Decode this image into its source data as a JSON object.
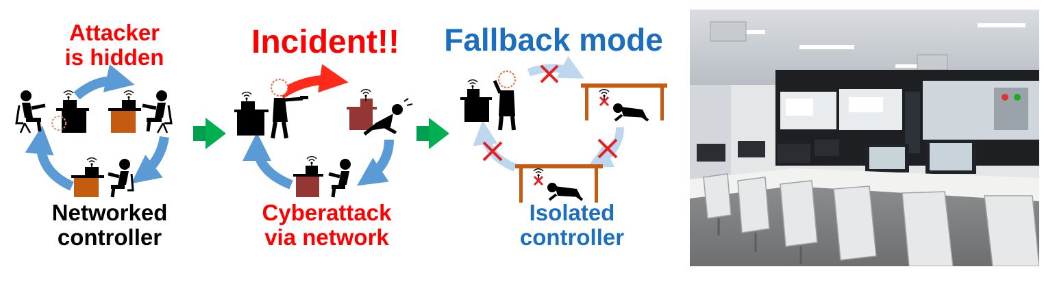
{
  "panels": {
    "networked": {
      "caption_line1": "Attacker",
      "caption_line2": "is hidden",
      "label_line1": "Networked",
      "label_line2": "controller"
    },
    "incident": {
      "title": "Incident!!",
      "label_line1": "Cyberattack",
      "label_line2": "via network"
    },
    "fallback": {
      "title": "Fallback mode",
      "label_line1": "Isolated",
      "label_line2": "controller"
    }
  },
  "colors": {
    "red": "#ff0000",
    "blue": "#1c6fbf",
    "cycle_arrow": "#5b9bd5",
    "faded_arrow": "#bdd7ee",
    "transition_arrow": "#00b050",
    "desk_orange": "#c55a11",
    "desk_maroon": "#943634",
    "table_brown": "#c55a11",
    "cross_red": "#e32020"
  },
  "icons": [
    "person-at-computer-icon",
    "wifi-icon",
    "attacker-face-icon",
    "gun-icon",
    "falling-person-icon",
    "crouching-person-icon",
    "cross-icon",
    "arrow-icon"
  ]
}
